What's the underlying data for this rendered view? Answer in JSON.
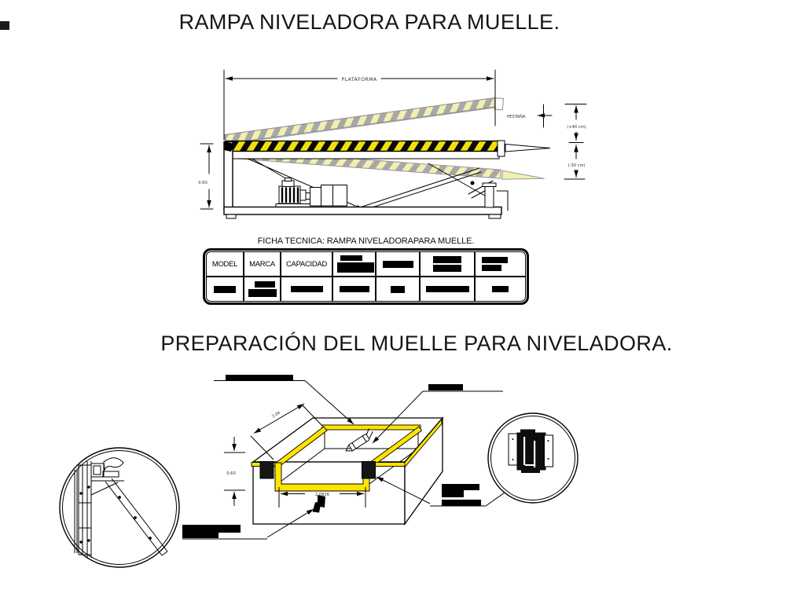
{
  "titles": {
    "ramp": "RAMPA NIVELADORA PARA MUELLE.",
    "pit": "PREPARACIÓN DEL MUELLE PARA NIVELADORA."
  },
  "colors": {
    "hazard_yellow": "#f2df0a",
    "pale_yellow": "#f1efb2",
    "stripe_gray": "#a8a8a8",
    "curb_yellow": "#ffe400",
    "outline_gray": "#8f8f8f",
    "line_black": "#000000"
  },
  "ramp_figure": {
    "dim_plataforma": "PLATAFORMA",
    "label_pestana": "PESTAÑA",
    "dim_frame_height": "0.60",
    "dim_travel_up": "(+40 cm)",
    "dim_travel_down": "(-30 cm)"
  },
  "ficha_table": {
    "caption": "FICHA TECNICA: RAMPA NIVELADORAPARA MUELLE.",
    "headers": [
      "MODEL",
      "MARCA",
      "CAPACIDAD"
    ],
    "redacted_header_cells": 4,
    "redacted_value_cells": 7
  },
  "pit_figure": {
    "dim_side": "3.06",
    "dim_depth": "0.60",
    "dim_width": "2.0826"
  }
}
